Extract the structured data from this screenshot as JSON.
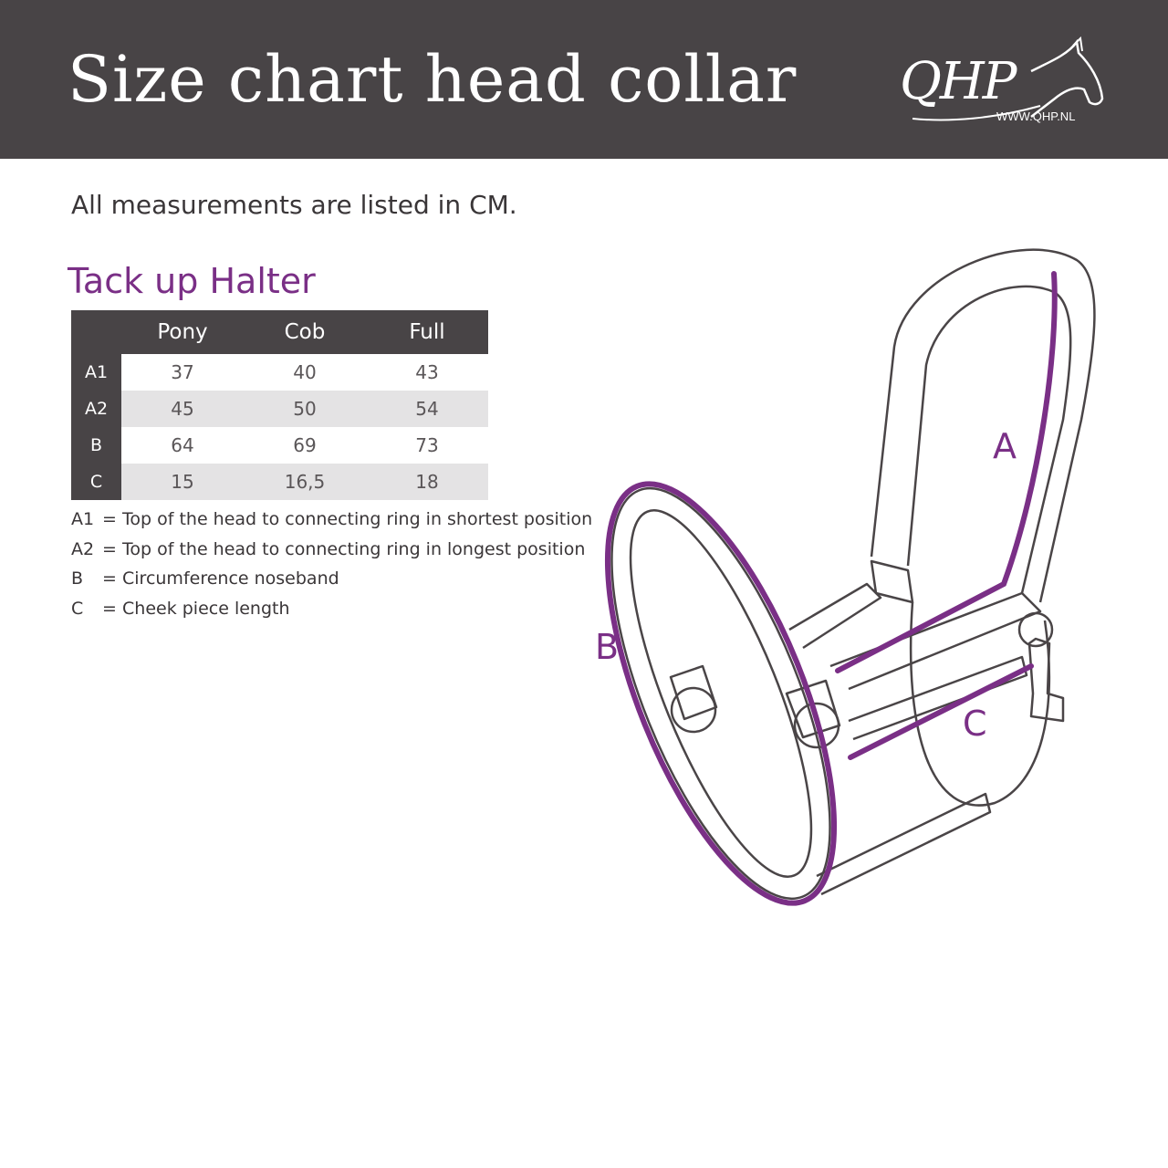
{
  "header": {
    "title": "Size chart head collar",
    "logo_text": "QHP",
    "logo_url": "WWW.QHP.NL"
  },
  "subtitle": "All measurements are listed in CM.",
  "section_title": "Tack up Halter",
  "table": {
    "columns": [
      "Pony",
      "Cob",
      "Full"
    ],
    "rows": [
      {
        "label": "A1",
        "values": [
          "37",
          "40",
          "43"
        ]
      },
      {
        "label": "A2",
        "values": [
          "45",
          "50",
          "54"
        ]
      },
      {
        "label": "B",
        "values": [
          "64",
          "69",
          "73"
        ]
      },
      {
        "label": "C",
        "values": [
          "15",
          "16,5",
          "18"
        ]
      }
    ]
  },
  "legend": [
    {
      "code": "A1",
      "text": "= Top of the head to connecting ring in shortest position"
    },
    {
      "code": "A2",
      "text": "= Top of the head to connecting ring in longest position"
    },
    {
      "code": "B",
      "text": "= Circumference noseband"
    },
    {
      "code": "C",
      "text": "= Cheek piece length"
    }
  ],
  "diagram": {
    "labels": {
      "a": "A",
      "b": "B",
      "c": "C"
    },
    "colors": {
      "measure": "#7a2f86",
      "outline": "#4a4547"
    }
  },
  "colors": {
    "header_bg": "#484446",
    "accent": "#7a2f86",
    "row_alt": "#e4e3e4"
  }
}
